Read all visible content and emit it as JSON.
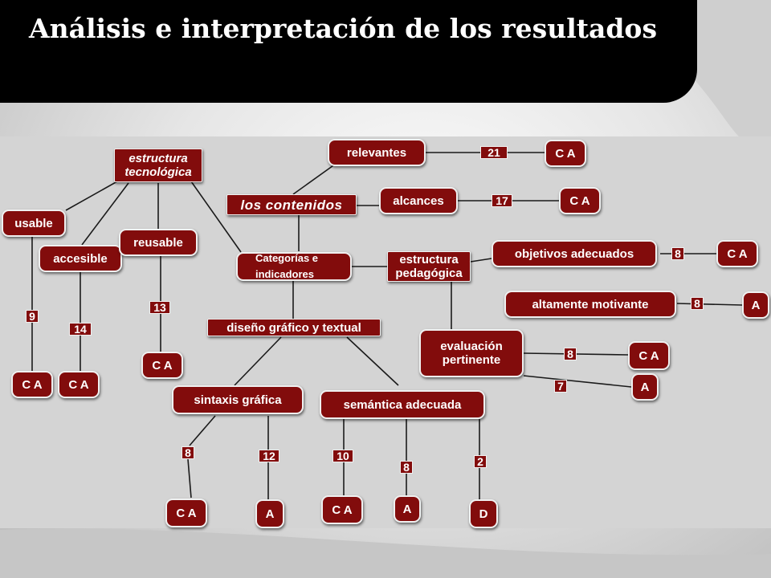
{
  "title": "Análisis e interpretación de los resultados",
  "nodes": {
    "estructura_tecnologica": "estructura tecnológica",
    "usable": "usable",
    "accesible": "accesible",
    "reusable": "reusable",
    "categorias": "Categorías e indicadores",
    "los_contenidos": "los contenidos",
    "relevantes": "relevantes",
    "alcances": "alcances",
    "estructura_pedagogica": "estructura pedagógica",
    "objetivos_adecuados": "objetivos adecuados",
    "altamente_motivante": "altamente motivante",
    "evaluacion_pertinente": "evaluación pertinente",
    "diseno_grafico": "diseño gráfico y textual",
    "sintaxis_grafica": "sintaxis gráfica",
    "semantica_adecuada": "semántica adecuada"
  },
  "counts": {
    "relevantes": "21",
    "alcances": "17",
    "objetivos": "8",
    "motivante": "8",
    "eval_ca": "8",
    "eval_a": "7",
    "usable": "9",
    "accesible": "14",
    "reusable": "13",
    "sintaxis_ca": "8",
    "sintaxis_a": "12",
    "semantica_ca": "10",
    "semantica_a": "8",
    "semantica_d": "2"
  },
  "ratings": {
    "relevantes": "C A",
    "alcances": "C A",
    "objetivos": "C A",
    "motivante": "A",
    "eval_ca": "C A",
    "eval_a": "A",
    "usable": "C A",
    "accesible": "C A",
    "reusable": "C A",
    "sintaxis_ca": "C A",
    "sintaxis_a": "A",
    "semantica_ca": "C A",
    "semantica_a": "A",
    "semantica_d": "D"
  }
}
